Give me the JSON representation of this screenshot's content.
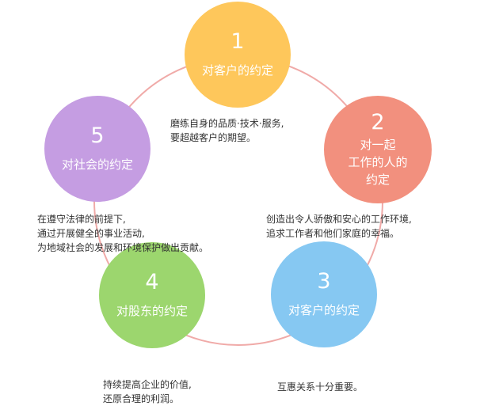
{
  "colors": {
    "ring": "#f0aaa8",
    "circle_1": "#fec75b",
    "circle_2": "#f2907e",
    "circle_3": "#86c8f2",
    "circle_4": "#9cd66e",
    "circle_5": "#c59de2"
  },
  "nodes": [
    {
      "number": "1",
      "title_lines": [
        "对客户的约定"
      ],
      "description_lines": [
        "磨练自身的品质·技术·服务,",
        "要超越客户的期望。"
      ]
    },
    {
      "number": "2",
      "title_lines": [
        "对一起",
        "工作的人的",
        "约定"
      ],
      "description_lines": [
        "创造出令人骄傲和安心的工作环境,",
        "追求工作者和他们家庭的幸福。"
      ]
    },
    {
      "number": "3",
      "title_lines": [
        "对客户的约定"
      ],
      "description_lines": [
        "互惠关系十分重要。"
      ]
    },
    {
      "number": "4",
      "title_lines": [
        "对股东的约定"
      ],
      "description_lines": [
        "持续提高企业的价值,",
        "还原合理的利润。"
      ]
    },
    {
      "number": "5",
      "title_lines": [
        "对社会的约定"
      ],
      "description_lines": [
        "在遵守法律的前提下,",
        "通过开展健全的事业活动,",
        "为地域社会的发展和环境保护做出贡献。"
      ]
    }
  ]
}
